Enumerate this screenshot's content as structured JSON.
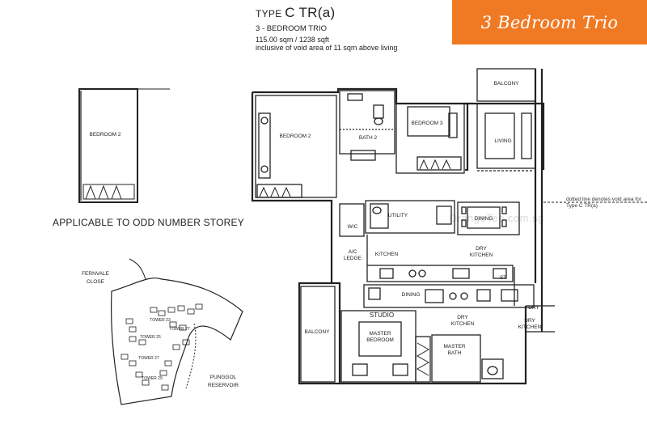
{
  "banner": {
    "title": "3 Bedroom Trio",
    "color": "#f07a23"
  },
  "header": {
    "type_prefix": "TYPE",
    "type_code": "C TR(a)",
    "subtitle": "3 - BEDROOM TRIO",
    "area": "115.00 sqm / 1238 sqft",
    "note": "inclusive of void area of 11 sqm above living"
  },
  "odd_storey": {
    "caption": "APPLICABLE TO ODD NUMBER STOREY",
    "room": "BEDROOM 2"
  },
  "rooms": {
    "bedroom2": "BEDROOM 2",
    "bath2": "BATH 2",
    "bedroom3": "BEDROOM 3",
    "balcony_top": "BALCONY",
    "living": "LIVING",
    "utility": "UTILITY",
    "wc": "W/C",
    "ac_ledge_1": "A/C",
    "ac_ledge_2": "LEDGE",
    "dining": "DINING",
    "kitchen": "KITCHEN",
    "dry_kitchen_1": "DRY",
    "dry_kitchen_2": "KITCHEN",
    "st": "ST",
    "dining_studio": "DINING",
    "studio": "STUDIO",
    "studio_dry_kitchen_1": "DRY",
    "studio_dry_kitchen_2": "KITCHEN",
    "balcony_bottom": "BALCONY",
    "master_bedroom_1": "MASTER",
    "master_bedroom_2": "BEDROOM",
    "master_bath_1": "MASTER",
    "master_bath_2": "BATH",
    "dry_right": "DRY",
    "dry_kitchen_right_1": "DRY",
    "dry_kitchen_right_2": "KITCHEN"
  },
  "void_note": "dotted line denotes void area for Type C TR(a)",
  "site_plan": {
    "road_1": "FERNVALE",
    "road_2": "CLOSE",
    "reservoir_1": "PUNGGOL",
    "reservoir_2": "RESERVOIR",
    "towers": [
      "TOWER 23",
      "TOWER 25",
      "TOWER 27",
      "TOWER 27",
      "TOWER 29"
    ]
  },
  "watermark": "OrangeTee.com.sg"
}
